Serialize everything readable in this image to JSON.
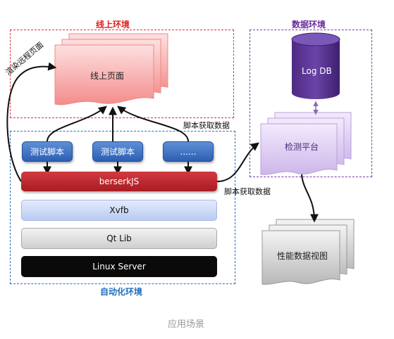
{
  "regions": {
    "online": "线上环境",
    "data": "数据环境",
    "automation": "自动化环境"
  },
  "nodes": {
    "online_page": "线上页面",
    "log_db": "Log DB",
    "monitor_platform": "检测平台",
    "perf_view": "性能数据视图"
  },
  "scripts": [
    "测试脚本",
    "测试脚本",
    "......"
  ],
  "layers": {
    "berserk": "berserkJS",
    "xvfb": "Xvfb",
    "qtlib": "Qt Lib",
    "linux": "Linux Server"
  },
  "labels": {
    "render_remote": "渲染远程页面",
    "fetch_top": "脚本获取数据",
    "fetch_right": "脚本获取数据"
  },
  "caption": "应用场景",
  "colors": {
    "online_border": "#e0303a",
    "online_title": "#e02020",
    "data_border": "#7a3aa8",
    "data_title": "#6a2a9a",
    "automation_border": "#2a6fb8",
    "automation_title": "#1f6fc0",
    "berserk": "#c0282e",
    "xvfb": "#c8d6f6",
    "qtlib": "#dcdcdc",
    "linux": "#0a0a0a",
    "script_button": "#3b6fc4"
  }
}
